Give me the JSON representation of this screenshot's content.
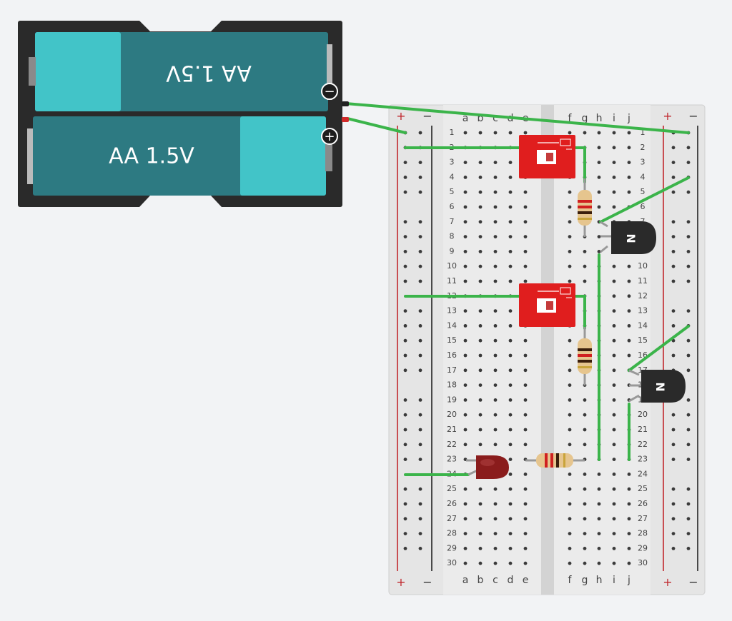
{
  "battery": {
    "top_cell_label": "AA 1.5V",
    "bottom_cell_label": "AA 1.5V",
    "minus_symbol": "−",
    "plus_symbol": "+"
  },
  "breadboard": {
    "rail_plus": "+",
    "rail_minus": "−",
    "cols_left": [
      "a",
      "b",
      "c",
      "d",
      "e"
    ],
    "cols_right": [
      "f",
      "g",
      "h",
      "i",
      "j"
    ],
    "row_count": 30
  },
  "transistors": {
    "label": "N"
  },
  "colors": {
    "background": "#f2f3f5",
    "board": "#e4e4e4",
    "wire": "#3bb44a",
    "rail_red": "#c0272d",
    "rail_black": "#222222",
    "battery_dark": "#2d7a82",
    "battery_light": "#42c4c8",
    "switch_red": "#e01e1e",
    "led_red": "#8a1c1c"
  }
}
